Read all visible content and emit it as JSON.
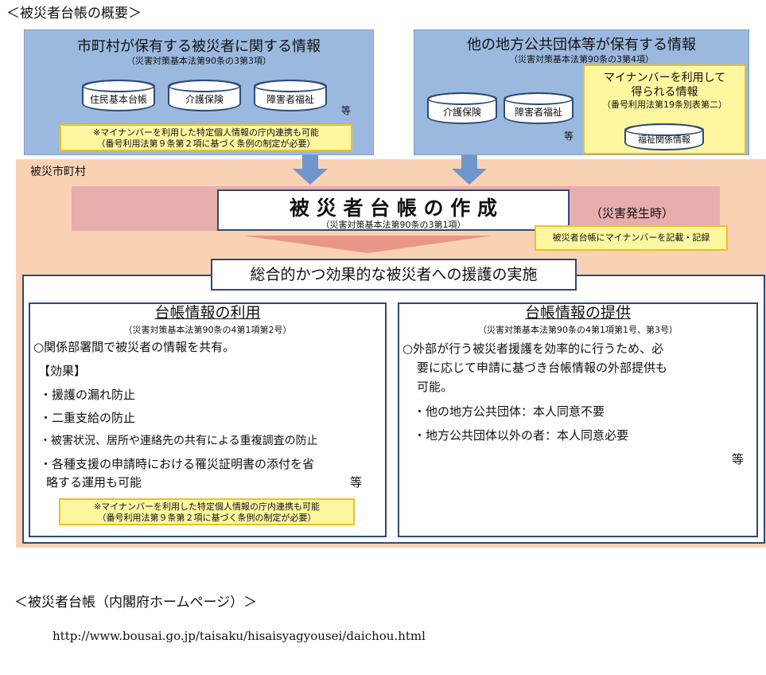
{
  "heading": "＜被災者台帳の概要＞",
  "left_source": {
    "title": "市町村が保有する被災者に関する情報",
    "law": "（災害対策基本法第90条の3第3項）",
    "databases": [
      "住民基本台帳",
      "介護保険",
      "障害者福祉"
    ],
    "etc": "等",
    "note": [
      "※マイナンバーを利用した特定個人情報の庁内連携も可能",
      "（番号利用法第９条第２項に基づく条例の制定が必要）"
    ]
  },
  "right_source": {
    "title": "他の地方公共団体等が保有する情報",
    "law": "（災害対策基本法第90条の3第4項）",
    "databases": [
      "介護保険",
      "障害者福祉"
    ],
    "etc": "等",
    "mynumber": {
      "title1": "マイナンバーを利用して",
      "title2": "得られる情報",
      "law": "（番号利用法第19条別表第二）",
      "database": "福祉関係情報"
    }
  },
  "municipality_label": "被災市町村",
  "creation": {
    "title": "被 災 者 台 帳 の 作 成",
    "law": "（災害対策基本法第90条の3第1項）",
    "timing": "（災害発生時）",
    "note": "被災者台帳にマイナンバーを記載・記録"
  },
  "implementation": {
    "title": "総合的かつ効果的な被災者への援護の実施",
    "use": {
      "title": "台帳情報の利用",
      "law": "（災害対策基本法第90条の4第1項第2号）",
      "lines": [
        "○関係部署間で被災者の情報を共有。",
        "【効果】",
        "・援護の漏れ防止",
        "・二重支給の防止",
        "・被害状況、居所や連絡先の共有による重複調査の防止",
        "・各種支援の申請時における罹災証明書の添付を省",
        "略する運用も可能"
      ],
      "etc": "等",
      "note": [
        "※マイナンバーを利用した特定個人情報の庁内連携も可能",
        "（番号利用法第９条第２項に基づく条例の制定が必要）"
      ]
    },
    "provision": {
      "title": "台帳情報の提供",
      "law": "（災害対策基本法第90条の4第1項第1号、第3号）",
      "lines": [
        "○外部が行う被災者援護を効率的に行うため、必",
        "要に応じて申請に基づき台帳情報の外部提供も",
        "可能。",
        "・他の地方公共団体：本人同意不要",
        "・地方公共団体以外の者：本人同意必要"
      ],
      "etc": "等"
    }
  },
  "reference": {
    "title": "＜被災者台帳（内閣府ホームページ）＞",
    "url": "http://www.bousai.go.jp/taisaku/hisaisyagyousei/daichou.html"
  }
}
